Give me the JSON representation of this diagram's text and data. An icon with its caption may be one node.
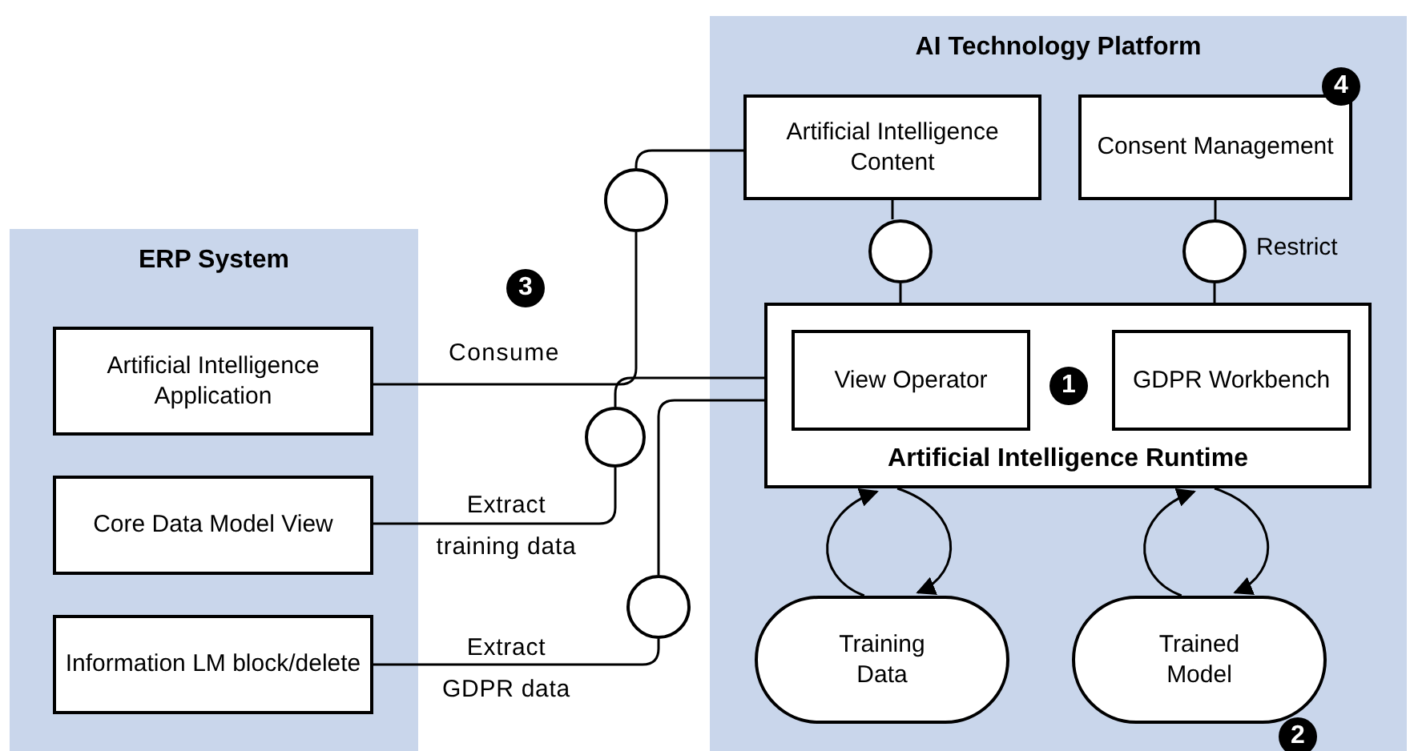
{
  "diagram": {
    "nodes": [
      {
        "text": [
          "ERP System"
        ]
      },
      {
        "text": [
          "Artificial Intelligence Application"
        ],
        "in": 0
      },
      {
        "text": [
          "Core Data Model View"
        ],
        "in": 0
      },
      {
        "text": [
          "Information LM block/delete"
        ],
        "in": 0
      },
      {
        "text": [
          "AI Technology Platform"
        ]
      },
      {
        "text": [
          "Artificial Intelligence Content"
        ],
        "in": 4
      },
      {
        "text": [
          "Consent Management"
        ],
        "in": 4
      },
      {
        "text": [
          "Artificial Intelligence Runtime"
        ],
        "in": 4
      },
      {
        "text": [
          "View Operator"
        ],
        "in": 7
      },
      {
        "text": [
          "GDPR Workbench"
        ],
        "in": 7
      },
      {
        "text": [
          "Training Data"
        ],
        "in": 4
      },
      {
        "text": [
          "Trained Model"
        ],
        "in": 4
      },
      {
        "text": [],
        "shape": "circle"
      },
      {
        "text": [],
        "shape": "circle",
        "in": 4
      },
      {
        "text": [],
        "shape": "circle",
        "in": 4
      },
      {
        "text": [],
        "shape": "circle"
      },
      {
        "text": [],
        "shape": "circle"
      }
    ],
    "edges": [
      {
        "from": 1,
        "to": 12,
        "arrow": "none",
        "label": "Consume"
      },
      {
        "from": 12,
        "to": 5,
        "arrow": "none"
      },
      {
        "from": 5,
        "to": 13,
        "arrow": "none"
      },
      {
        "from": 13,
        "to": 7,
        "arrow": "none"
      },
      {
        "from": 6,
        "to": 14,
        "arrow": "none"
      },
      {
        "from": 14,
        "to": 7,
        "arrow": "none",
        "label": "Restrict"
      },
      {
        "from": 2,
        "to": 15,
        "arrow": "none",
        "label": "Extract training data"
      },
      {
        "from": 15,
        "to": 7,
        "arrow": "none"
      },
      {
        "from": 3,
        "to": 16,
        "arrow": "none",
        "label": "Extract GDPR data"
      },
      {
        "from": 16,
        "to": 7,
        "arrow": "none"
      },
      {
        "from": 10,
        "to": 7,
        "arrow": "to"
      },
      {
        "from": 7,
        "to": 10,
        "arrow": "to"
      },
      {
        "from": 11,
        "to": 7,
        "arrow": "to"
      },
      {
        "from": 7,
        "to": 11,
        "arrow": "to"
      }
    ],
    "labels": [
      "4",
      "3",
      "1",
      "2"
    ]
  }
}
